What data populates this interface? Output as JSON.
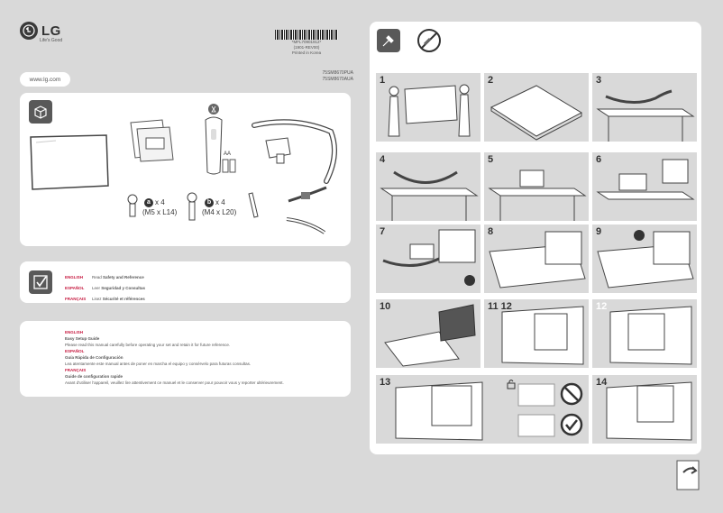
{
  "brand": {
    "name": "LG",
    "tagline": "Life's Good"
  },
  "header": {
    "barcode_text": "*MFL70901912*",
    "rev": "(1901-REV00)",
    "printed": "Printed in Korea",
    "models": [
      "75SM8670PUA",
      "75SM8670AUA"
    ],
    "website": "www.lg.com"
  },
  "parts": {
    "screw_a_qty": "x 4",
    "screw_a_size": "(M5 x L14)",
    "screw_b_qty": "x 4",
    "screw_b_size": "(M4 x L20)",
    "battery_label": "AA",
    "label_a": "a",
    "label_b": "b"
  },
  "safety": {
    "rows": [
      {
        "lang": "ENGLISH",
        "prefix": "Read ",
        "doc": "Safety and Reference"
      },
      {
        "lang": "ESPAÑOL",
        "prefix": "Leer ",
        "doc": "Seguridad y Consultas"
      },
      {
        "lang": "FRANÇAIS",
        "prefix": "Lisez ",
        "doc": "Sécurité et références"
      }
    ]
  },
  "guide": {
    "sections": [
      {
        "lang": "ENGLISH",
        "title": "Easy Setup Guide",
        "text": "Please read this manual carefully before operating your set and retain it for future reference."
      },
      {
        "lang": "ESPAÑOL",
        "title": "Guía Rápida de Configuración",
        "text": "Lea atentamente este manual antes de poner en marcha el equipo y consérvelo para futuras consultas."
      },
      {
        "lang": "FRANÇAIS",
        "title": "Guide de configuration rapide",
        "text": "Avant d'utiliser l'appareil, veuillez lire attentivement ce manuel et le conserver pour pouvoir vous y reporter ultérieurement."
      }
    ]
  },
  "steps": [
    "1",
    "2",
    "3",
    "4",
    "5",
    "6",
    "7",
    "8",
    "9",
    "10",
    "11 12",
    "12",
    "13",
    "14"
  ],
  "icons": [
    "box-icon",
    "checklist-icon",
    "tool-icon",
    "no-tool-icon",
    "lock-icon",
    "prohibited-icon",
    "check-icon",
    "page-turn-icon"
  ]
}
